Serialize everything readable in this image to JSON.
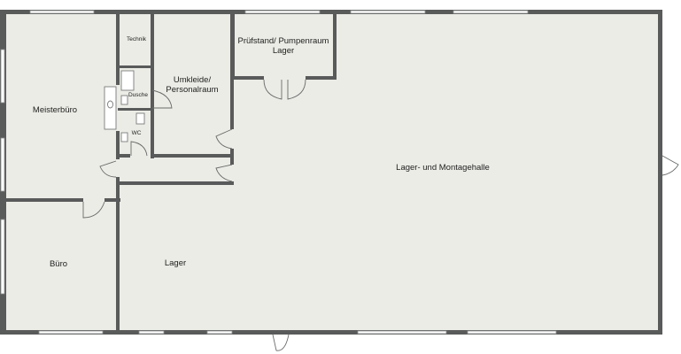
{
  "rooms": {
    "technik": "Technik",
    "pruefstand_line1": "Prüfstand/ Pumpenraum",
    "pruefstand_line2": "Lager",
    "umkleide_line1": "Umkleide/",
    "umkleide_line2": "Personalraum",
    "dusche": "Dusche",
    "wc": "WC",
    "meisterbuero": "Meisterbüro",
    "halle": "Lager- und Montagehalle",
    "buero": "Büro",
    "lager": "Lager"
  },
  "colors": {
    "wall": "#595a5a",
    "floor": "#ebece6"
  }
}
